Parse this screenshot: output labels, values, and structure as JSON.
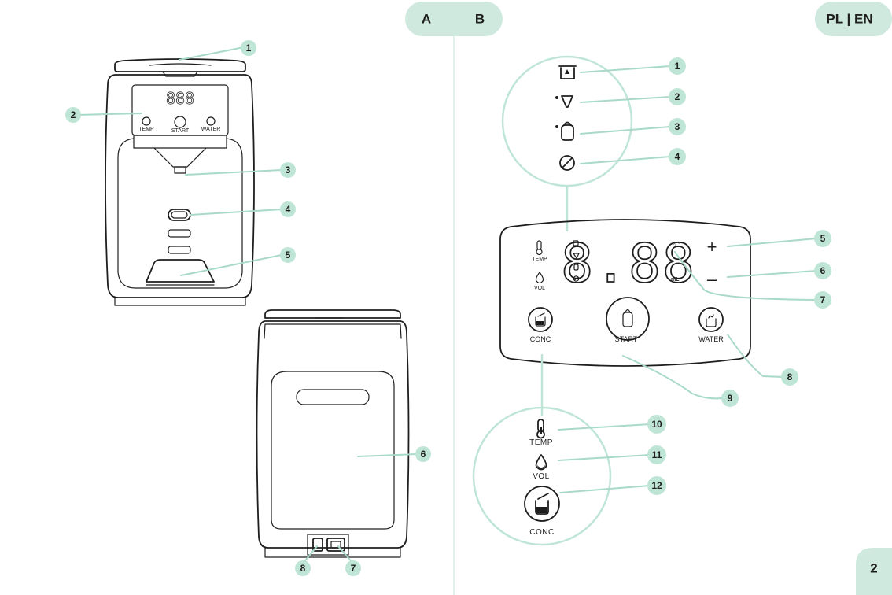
{
  "header": {
    "tab_a": "A",
    "tab_b": "B",
    "lang": "PL | EN"
  },
  "page_number": "2",
  "view_a": {
    "callouts": [
      "1",
      "2",
      "3",
      "4",
      "5"
    ],
    "panel_display": "888",
    "panel_labels": {
      "temp": "TEMP",
      "start": "START",
      "water": "WATER"
    }
  },
  "view_b": {
    "callouts": [
      "6",
      "7",
      "8"
    ]
  },
  "control_panel": {
    "display_digits": "8.88",
    "unit_temp": "°C",
    "unit_vol": "mL",
    "plus": "+",
    "minus": "–",
    "temp_label": "TEMP",
    "vol_label": "VOL",
    "conc_label": "CONC",
    "start_label": "START",
    "water_label": "WATER",
    "callouts": [
      "5",
      "6",
      "7",
      "8",
      "9"
    ]
  },
  "zoom_top": {
    "callouts": [
      "1",
      "2",
      "3",
      "4"
    ],
    "icons": [
      "dispense-icon",
      "funnel-icon",
      "bottle-icon",
      "no-entry-icon"
    ]
  },
  "zoom_bottom": {
    "temp_label": "TEMP",
    "vol_label": "VOL",
    "conc_label": "CONC",
    "callouts": [
      "10",
      "11",
      "12"
    ]
  },
  "colors": {
    "accent": "#bfe5d7",
    "leader": "#a9d9c9",
    "ink": "#1e1e1e",
    "divider": "#d8ece5"
  }
}
